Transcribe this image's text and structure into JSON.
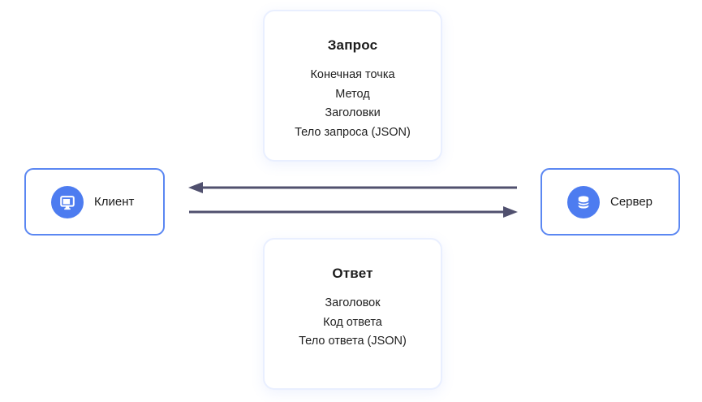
{
  "diagram": {
    "request_card": {
      "title": "Запрос",
      "items": [
        "Конечная точка",
        "Метод",
        "Заголовки",
        "Тело запроса (JSON)"
      ]
    },
    "response_card": {
      "title": "Ответ",
      "items": [
        "Заголовок",
        "Код ответа",
        "Тело ответа (JSON)"
      ]
    },
    "client": {
      "label": "Клиент",
      "icon": "monitor-icon"
    },
    "server": {
      "label": "Сервер",
      "icon": "database-icon"
    },
    "arrows": [
      {
        "name": "server-to-client-arrow",
        "direction": "left"
      },
      {
        "name": "client-to-server-arrow",
        "direction": "right"
      }
    ],
    "colors": {
      "entity_border": "#5b87f2",
      "icon_circle": "#4d7cf0",
      "card_border": "#e9efff",
      "arrow": "#50506e",
      "text": "#1c1c1c"
    }
  }
}
